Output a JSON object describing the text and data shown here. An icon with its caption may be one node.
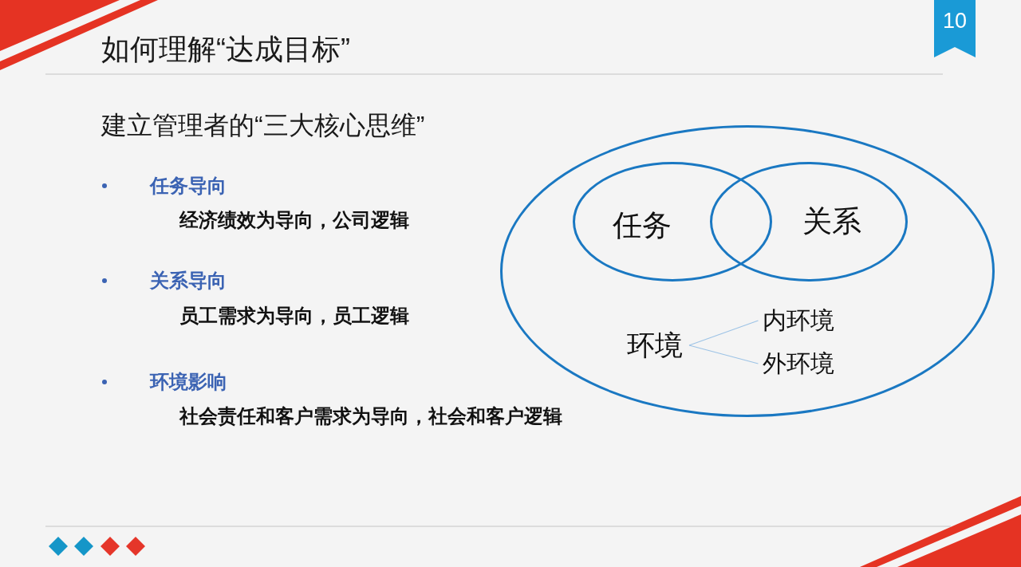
{
  "diagram": {
    "title": "如何理解“达成目标”",
    "nodes": [
      {
        "text": [],
        "shape": "ellipse"
      },
      {
        "text": [
          "任务"
        ],
        "in": 0
      },
      {
        "text": [
          "关系"
        ],
        "in": 0
      },
      {
        "text": [
          "环境"
        ],
        "in": 0
      },
      {
        "text": [
          "内环境"
        ],
        "in": 0
      },
      {
        "text": [
          "外环境"
        ],
        "in": 0
      }
    ],
    "edges": [
      {
        "from": 3,
        "to": 4,
        "arrow": "none"
      },
      {
        "from": 3,
        "to": 5,
        "arrow": "none"
      }
    ],
    "labels": [
      "10",
      "建立管理者的“三大核心思维”",
      "任务导向",
      "经济绩效为导向，公司逻辑",
      "关系导向",
      "员工需求为导向，员工逻辑",
      "环境影响",
      "社会责任和客户需求为导向，社会和客户逻辑"
    ]
  }
}
